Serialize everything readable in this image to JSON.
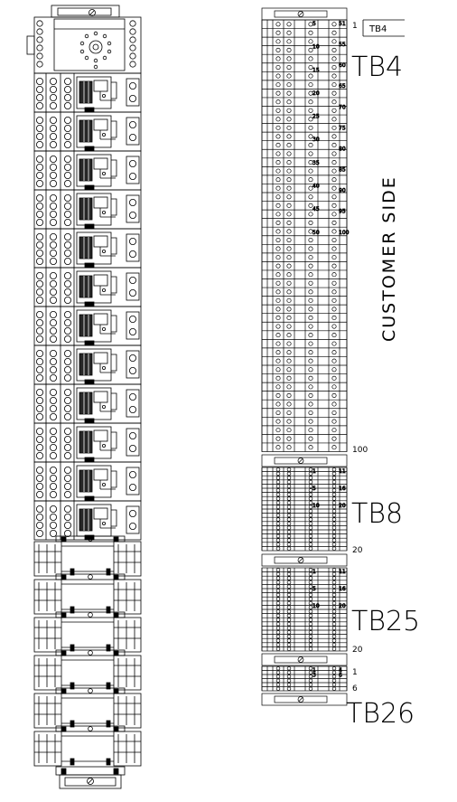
{
  "left_rail": {
    "relay_modules": 12,
    "relay_base_modules": 6
  },
  "right_rail": {
    "customer_side_label": "CUSTOMER SIDE",
    "blocks": [
      {
        "id": "TB4",
        "label": "TB4",
        "callout": "TB4",
        "rows": 50,
        "first_number": "1",
        "last_number": "100",
        "inner_numbers": [
          "5",
          "10",
          "15",
          "20",
          "25",
          "30",
          "35",
          "40",
          "45",
          "50"
        ],
        "outer_numbers": [
          "51",
          "55",
          "60",
          "65",
          "70",
          "75",
          "80",
          "85",
          "90",
          "95",
          "100"
        ]
      },
      {
        "id": "TB8",
        "label": "TB8",
        "rows": 20,
        "last_number": "20",
        "inner_numbers": [
          "1",
          "5",
          "10"
        ],
        "outer_numbers": [
          "11",
          "16",
          "20"
        ]
      },
      {
        "id": "TB25",
        "label": "TB25",
        "rows": 20,
        "last_number": "20",
        "inner_numbers": [
          "1",
          "5",
          "10"
        ],
        "outer_numbers": [
          "11",
          "16",
          "20"
        ]
      },
      {
        "id": "TB26",
        "label": "TB26",
        "rows": 6,
        "first_number": "1",
        "last_number": "6",
        "inner_numbers": [
          "1",
          "3"
        ],
        "outer_numbers": [
          "4",
          "6"
        ]
      }
    ]
  },
  "colors": {
    "line": "#000000",
    "background": "#ffffff"
  }
}
